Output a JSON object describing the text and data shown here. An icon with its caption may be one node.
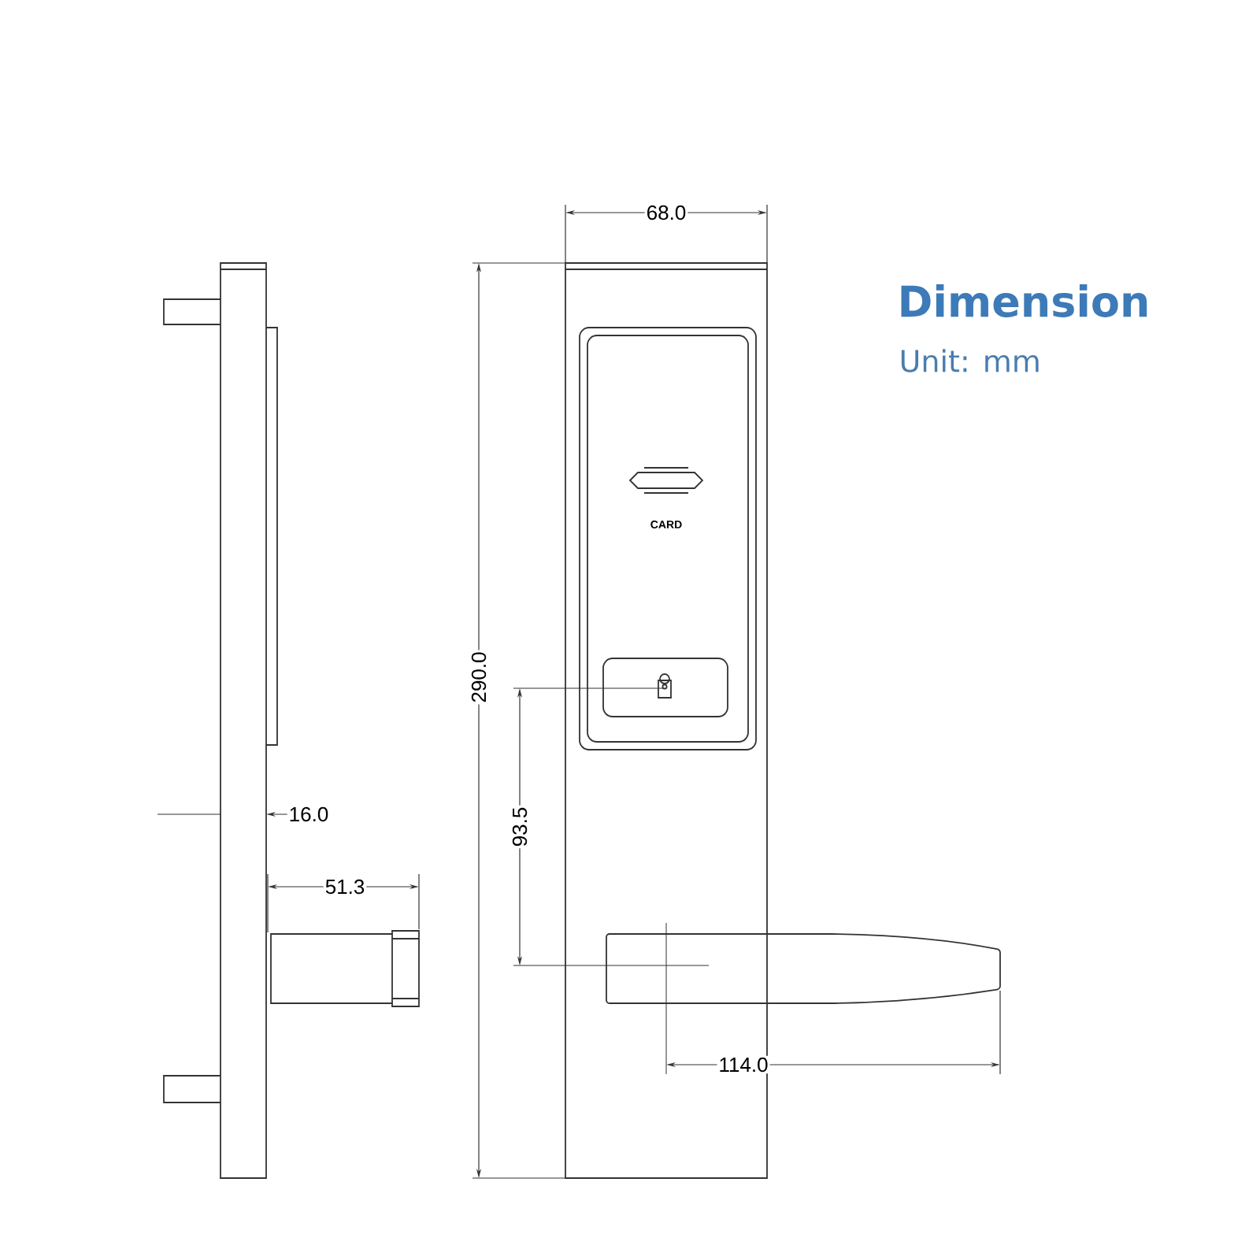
{
  "diagram": {
    "title": "Dimension",
    "labels": [
      "Unit: mm",
      "68.0",
      "290.0",
      "CARD",
      "93.5",
      "16.0",
      "51.3",
      "114.0"
    ]
  }
}
